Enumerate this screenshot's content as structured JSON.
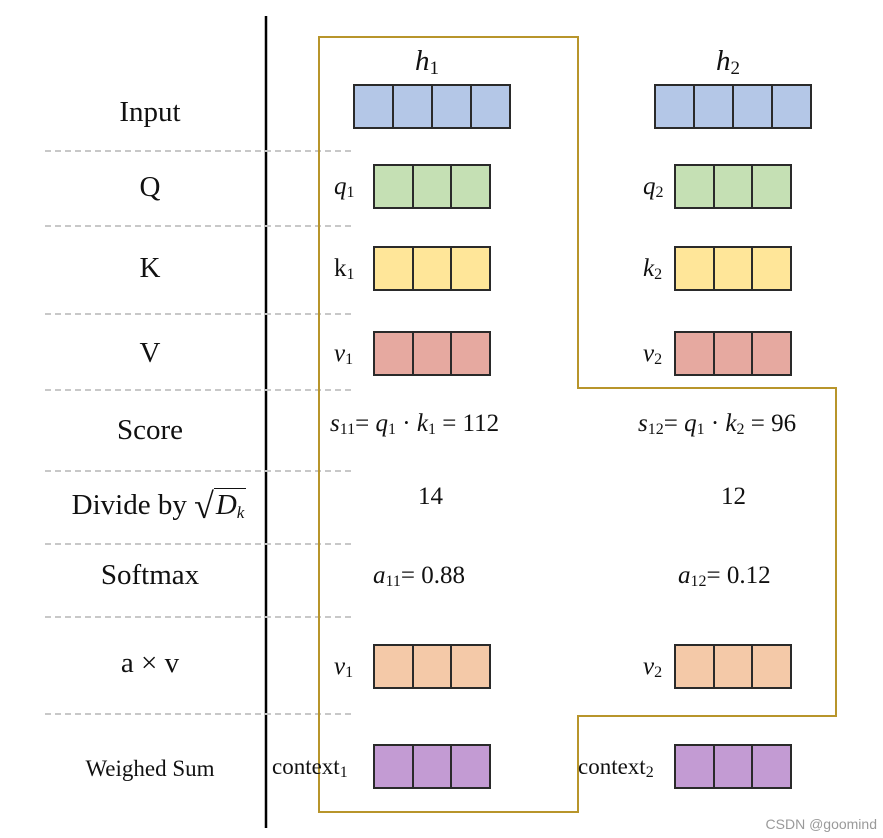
{
  "heads": {
    "h1": "h",
    "h1_sub": "1",
    "h2": "h",
    "h2_sub": "2"
  },
  "rows": {
    "input": "Input",
    "q": "Q",
    "k": "K",
    "v": "V",
    "score": "Score",
    "divide_prefix": "Divide by ",
    "divide_radicand": "D",
    "divide_radicand_sub": "k",
    "softmax": "Softmax",
    "a_times_v": "a × v",
    "weighed_sum": "Weighed Sum"
  },
  "vector_labels": {
    "q1": "q",
    "q1_sub": "1",
    "q2": "q",
    "q2_sub": "2",
    "k1": "k",
    "k1_sub": "1",
    "k2": "k",
    "k2_sub": "2",
    "v1": "v",
    "v1_sub": "1",
    "v2": "v",
    "v2_sub": "2",
    "v1b": "v",
    "v1b_sub": "1",
    "v2b": "v",
    "v2b_sub": "2",
    "ctx1": "context",
    "ctx1_sub": "1",
    "ctx2": "context",
    "ctx2_sub": "2"
  },
  "values": {
    "score1_s": "s",
    "score1_s_sub": "11",
    "score1_eq": "= ",
    "score1_q": "q",
    "score1_q_sub": "1",
    "score1_dot": " · ",
    "score1_k": "k",
    "score1_k_sub": "1",
    "score1_val": " = 112",
    "score2_s": "s",
    "score2_s_sub": "12",
    "score2_eq": "= ",
    "score2_q": "q",
    "score2_q_sub": "1",
    "score2_dot": " · ",
    "score2_k": "k",
    "score2_k_sub": "2",
    "score2_val": " = 96",
    "div1": "14",
    "div2": "12",
    "soft1_a": "a",
    "soft1_a_sub": "11",
    "soft1_val": "= 0.88",
    "soft2_a": "a",
    "soft2_a_sub": "12",
    "soft2_val": "= 0.12"
  },
  "colors": {
    "input": "#b4c7e7",
    "query": "#c5e0b4",
    "key": "#ffe699",
    "value": "#e6a9a0",
    "weighted_value": "#f4c9a8",
    "context": "#c39bd3",
    "outline": "#b8952b",
    "divider": "#c8c8c8",
    "axis": "#000000"
  },
  "watermark": "CSDN @goomind"
}
